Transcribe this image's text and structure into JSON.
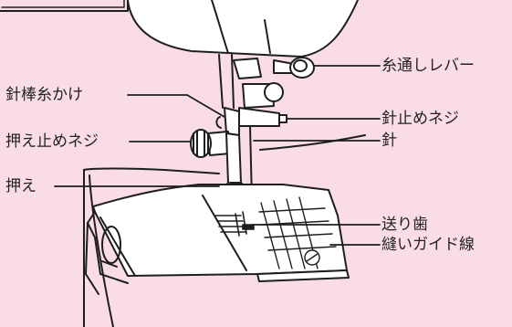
{
  "labels": {
    "thread_guide_lever": "糸通しレバー",
    "needle_bar_thread_guide": "針棒糸かけ",
    "needle_clamp_screw": "針止めネジ",
    "presser_foot_screw": "押え止めネジ",
    "needle": "針",
    "presser_foot": "押え",
    "feed_dogs": "送り歯",
    "seam_guide_lines": "縫いガイド線"
  },
  "colors": {
    "background": "#f9dce8",
    "line": "#1e1e1e",
    "white": "#ffffff"
  }
}
